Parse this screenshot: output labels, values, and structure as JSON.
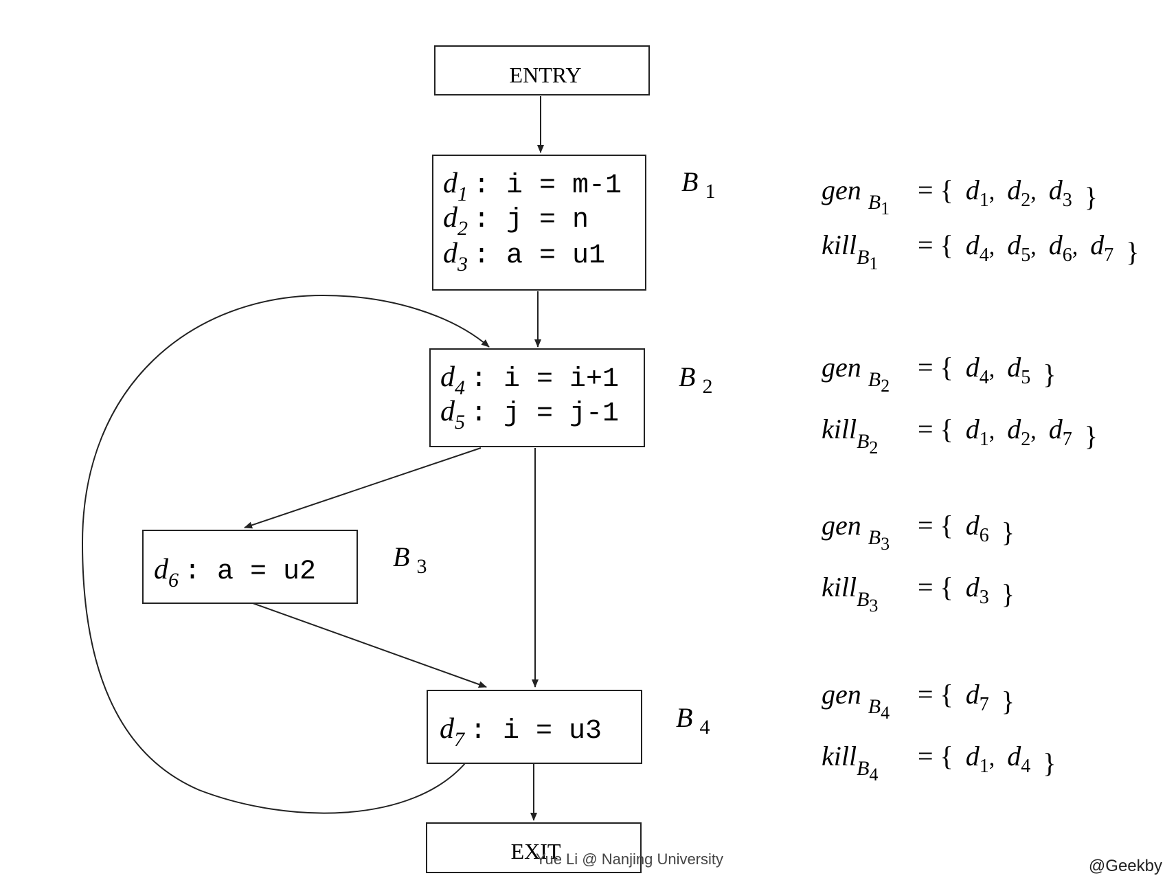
{
  "nodes": {
    "entry": {
      "label": "ENTRY"
    },
    "exit": {
      "label": "EXIT"
    },
    "b1": {
      "name": "B",
      "num": "1",
      "stmts": [
        {
          "d": "d",
          "sub": "1",
          "code": ": i = m-1"
        },
        {
          "d": "d",
          "sub": "2",
          "code": ": j = n"
        },
        {
          "d": "d",
          "sub": "3",
          "code": ": a = u1"
        }
      ]
    },
    "b2": {
      "name": "B",
      "num": "2",
      "stmts": [
        {
          "d": "d",
          "sub": "4",
          "code": ": i = i+1"
        },
        {
          "d": "d",
          "sub": "5",
          "code": ": j = j-1"
        }
      ]
    },
    "b3": {
      "name": "B",
      "num": "3",
      "stmts": [
        {
          "d": "d",
          "sub": "6",
          "code": ": a = u2"
        }
      ]
    },
    "b4": {
      "name": "B",
      "num": "4",
      "stmts": [
        {
          "d": "d",
          "sub": "7",
          "code": ": i = u3"
        }
      ]
    }
  },
  "sets": {
    "b1": {
      "gen": {
        "word": "gen",
        "sub": "B",
        "subnum": "1",
        "open": "= {",
        "items": [
          "1",
          "2",
          "3"
        ],
        "close": "}"
      },
      "kill": {
        "word": "kill",
        "sub": "B",
        "subnum": "1",
        "open": "= {",
        "items": [
          "4",
          "5",
          "6",
          "7"
        ],
        "close": "}"
      }
    },
    "b2": {
      "gen": {
        "word": "gen",
        "sub": "B",
        "subnum": "2",
        "open": "= {",
        "items": [
          "4",
          "5"
        ],
        "close": "}"
      },
      "kill": {
        "word": "kill",
        "sub": "B",
        "subnum": "2",
        "open": "= {",
        "items": [
          "1",
          "2",
          "7"
        ],
        "close": "}"
      }
    },
    "b3": {
      "gen": {
        "word": "gen",
        "sub": "B",
        "subnum": "3",
        "open": "= {",
        "items": [
          "6"
        ],
        "close": "}"
      },
      "kill": {
        "word": "kill",
        "sub": "B",
        "subnum": "3",
        "open": "= {",
        "items": [
          "3"
        ],
        "close": "}"
      }
    },
    "b4": {
      "gen": {
        "word": "gen",
        "sub": "B",
        "subnum": "4",
        "open": "= {",
        "items": [
          "7"
        ],
        "close": "}"
      },
      "kill": {
        "word": "kill",
        "sub": "B",
        "subnum": "4",
        "open": "= {",
        "items": [
          "1",
          "4"
        ],
        "close": "}"
      }
    }
  },
  "edges": [
    {
      "from": "ENTRY",
      "to": "B1"
    },
    {
      "from": "B1",
      "to": "B2"
    },
    {
      "from": "B2",
      "to": "B3"
    },
    {
      "from": "B2",
      "to": "B4"
    },
    {
      "from": "B3",
      "to": "B4"
    },
    {
      "from": "B4",
      "to": "B2"
    },
    {
      "from": "B4",
      "to": "EXIT"
    }
  ],
  "footer": "Yue Li @ Nanjing University",
  "watermark": "@Geekby"
}
